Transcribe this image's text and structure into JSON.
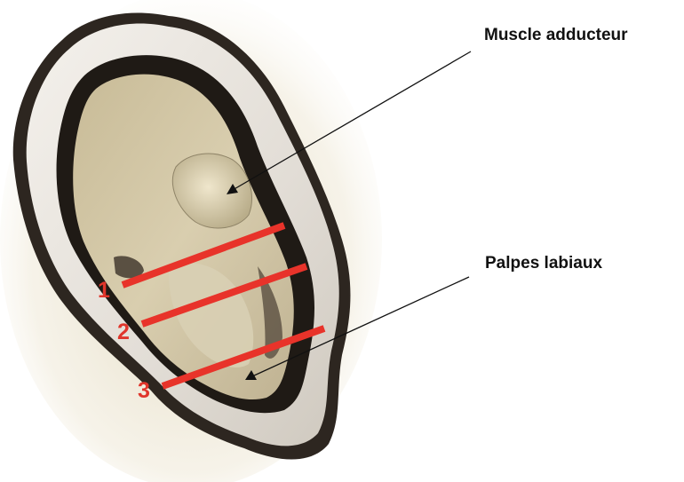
{
  "labels": {
    "muscle": "Muscle adducteur",
    "palpes": "Palpes labiaux"
  },
  "cut_numbers": [
    "1",
    "2",
    "3"
  ],
  "colors": {
    "cut_lines": "#e8332a",
    "numbers": "#e0352b",
    "text": "#111111"
  }
}
